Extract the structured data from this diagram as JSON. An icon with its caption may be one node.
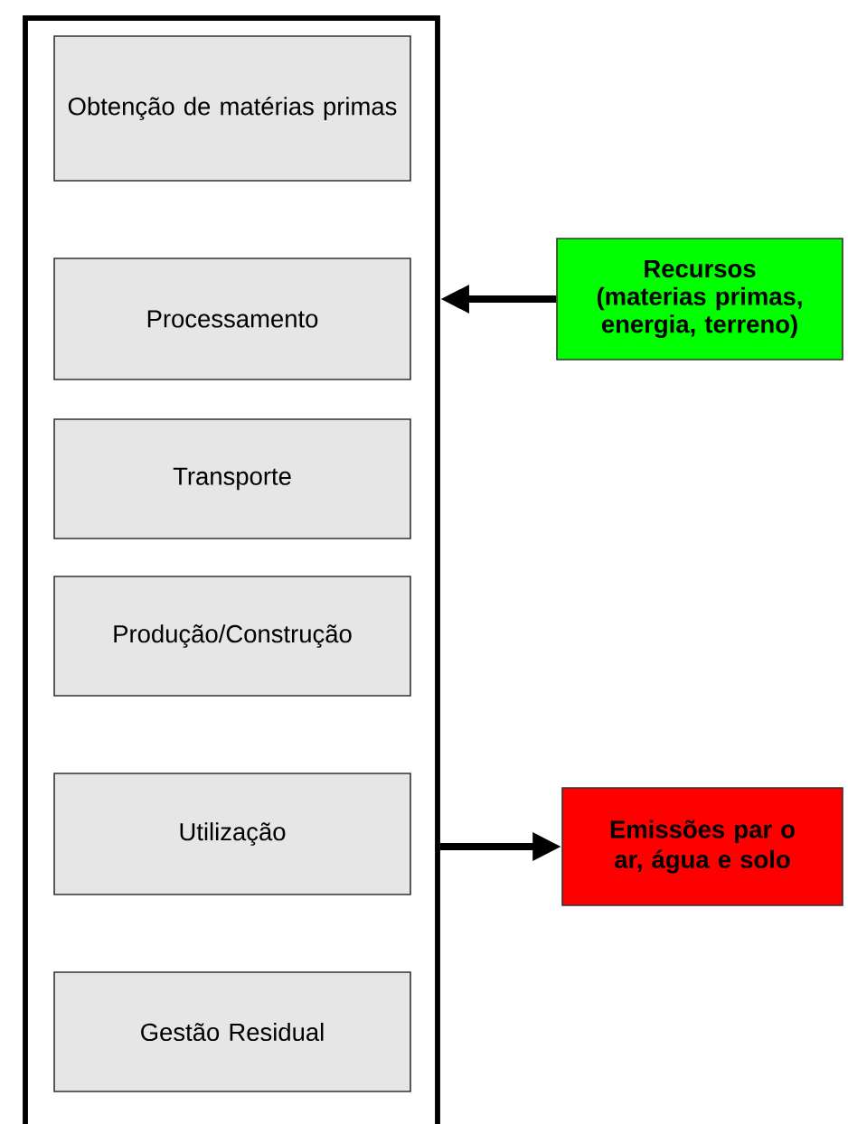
{
  "diagram": {
    "nodes": [
      {
        "text": [],
        "shape": "box"
      },
      {
        "text": [
          "Obtenção de matérias primas"
        ],
        "in": 0
      },
      {
        "text": [
          "Processamento"
        ],
        "in": 0
      },
      {
        "text": [
          "Transporte"
        ],
        "in": 0
      },
      {
        "text": [
          "Produção/Construção"
        ],
        "in": 0
      },
      {
        "text": [
          "Utilização"
        ],
        "in": 0
      },
      {
        "text": [
          "Gestão Residual"
        ],
        "in": 0
      },
      {
        "text": [
          "Recursos (materias primas, energia, terreno)"
        ]
      },
      {
        "text": [
          "Emissões par o ar, água e solo"
        ]
      }
    ],
    "edges": [
      {
        "from": 7,
        "to": 0,
        "arrow": "to"
      },
      {
        "from": 0,
        "to": 8,
        "arrow": "to"
      }
    ]
  }
}
